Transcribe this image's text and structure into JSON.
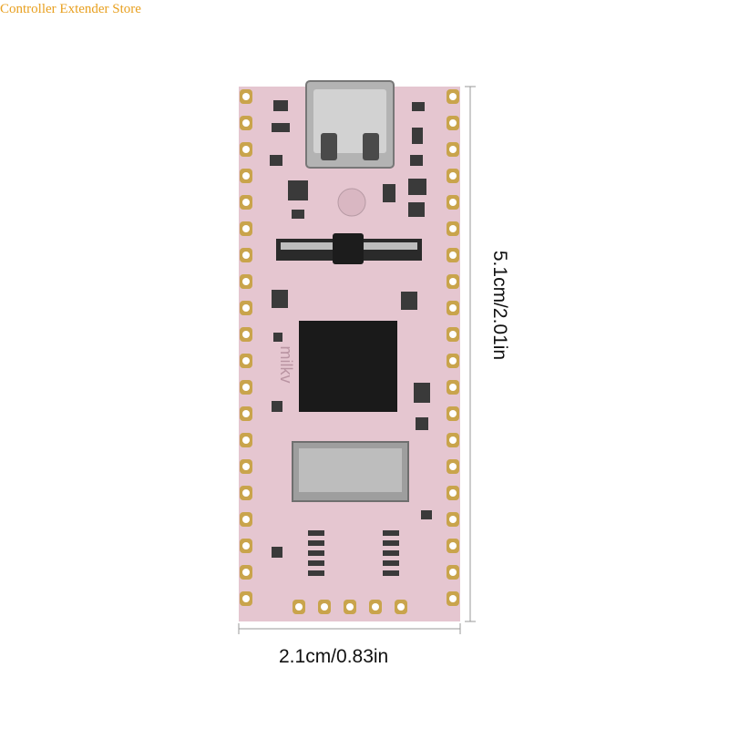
{
  "watermark": {
    "text": "Controller Extender Store"
  },
  "dimensions": {
    "width_label": "2.1cm/0.83in",
    "height_label": "5.1cm/2.01in"
  },
  "board": {
    "silkscreen_text": "milkv",
    "colors": {
      "pcb": "#e5c6d0",
      "pad": "#c9a44c",
      "chip": "#1a1a1a",
      "metal": "#a9a9a9"
    }
  }
}
